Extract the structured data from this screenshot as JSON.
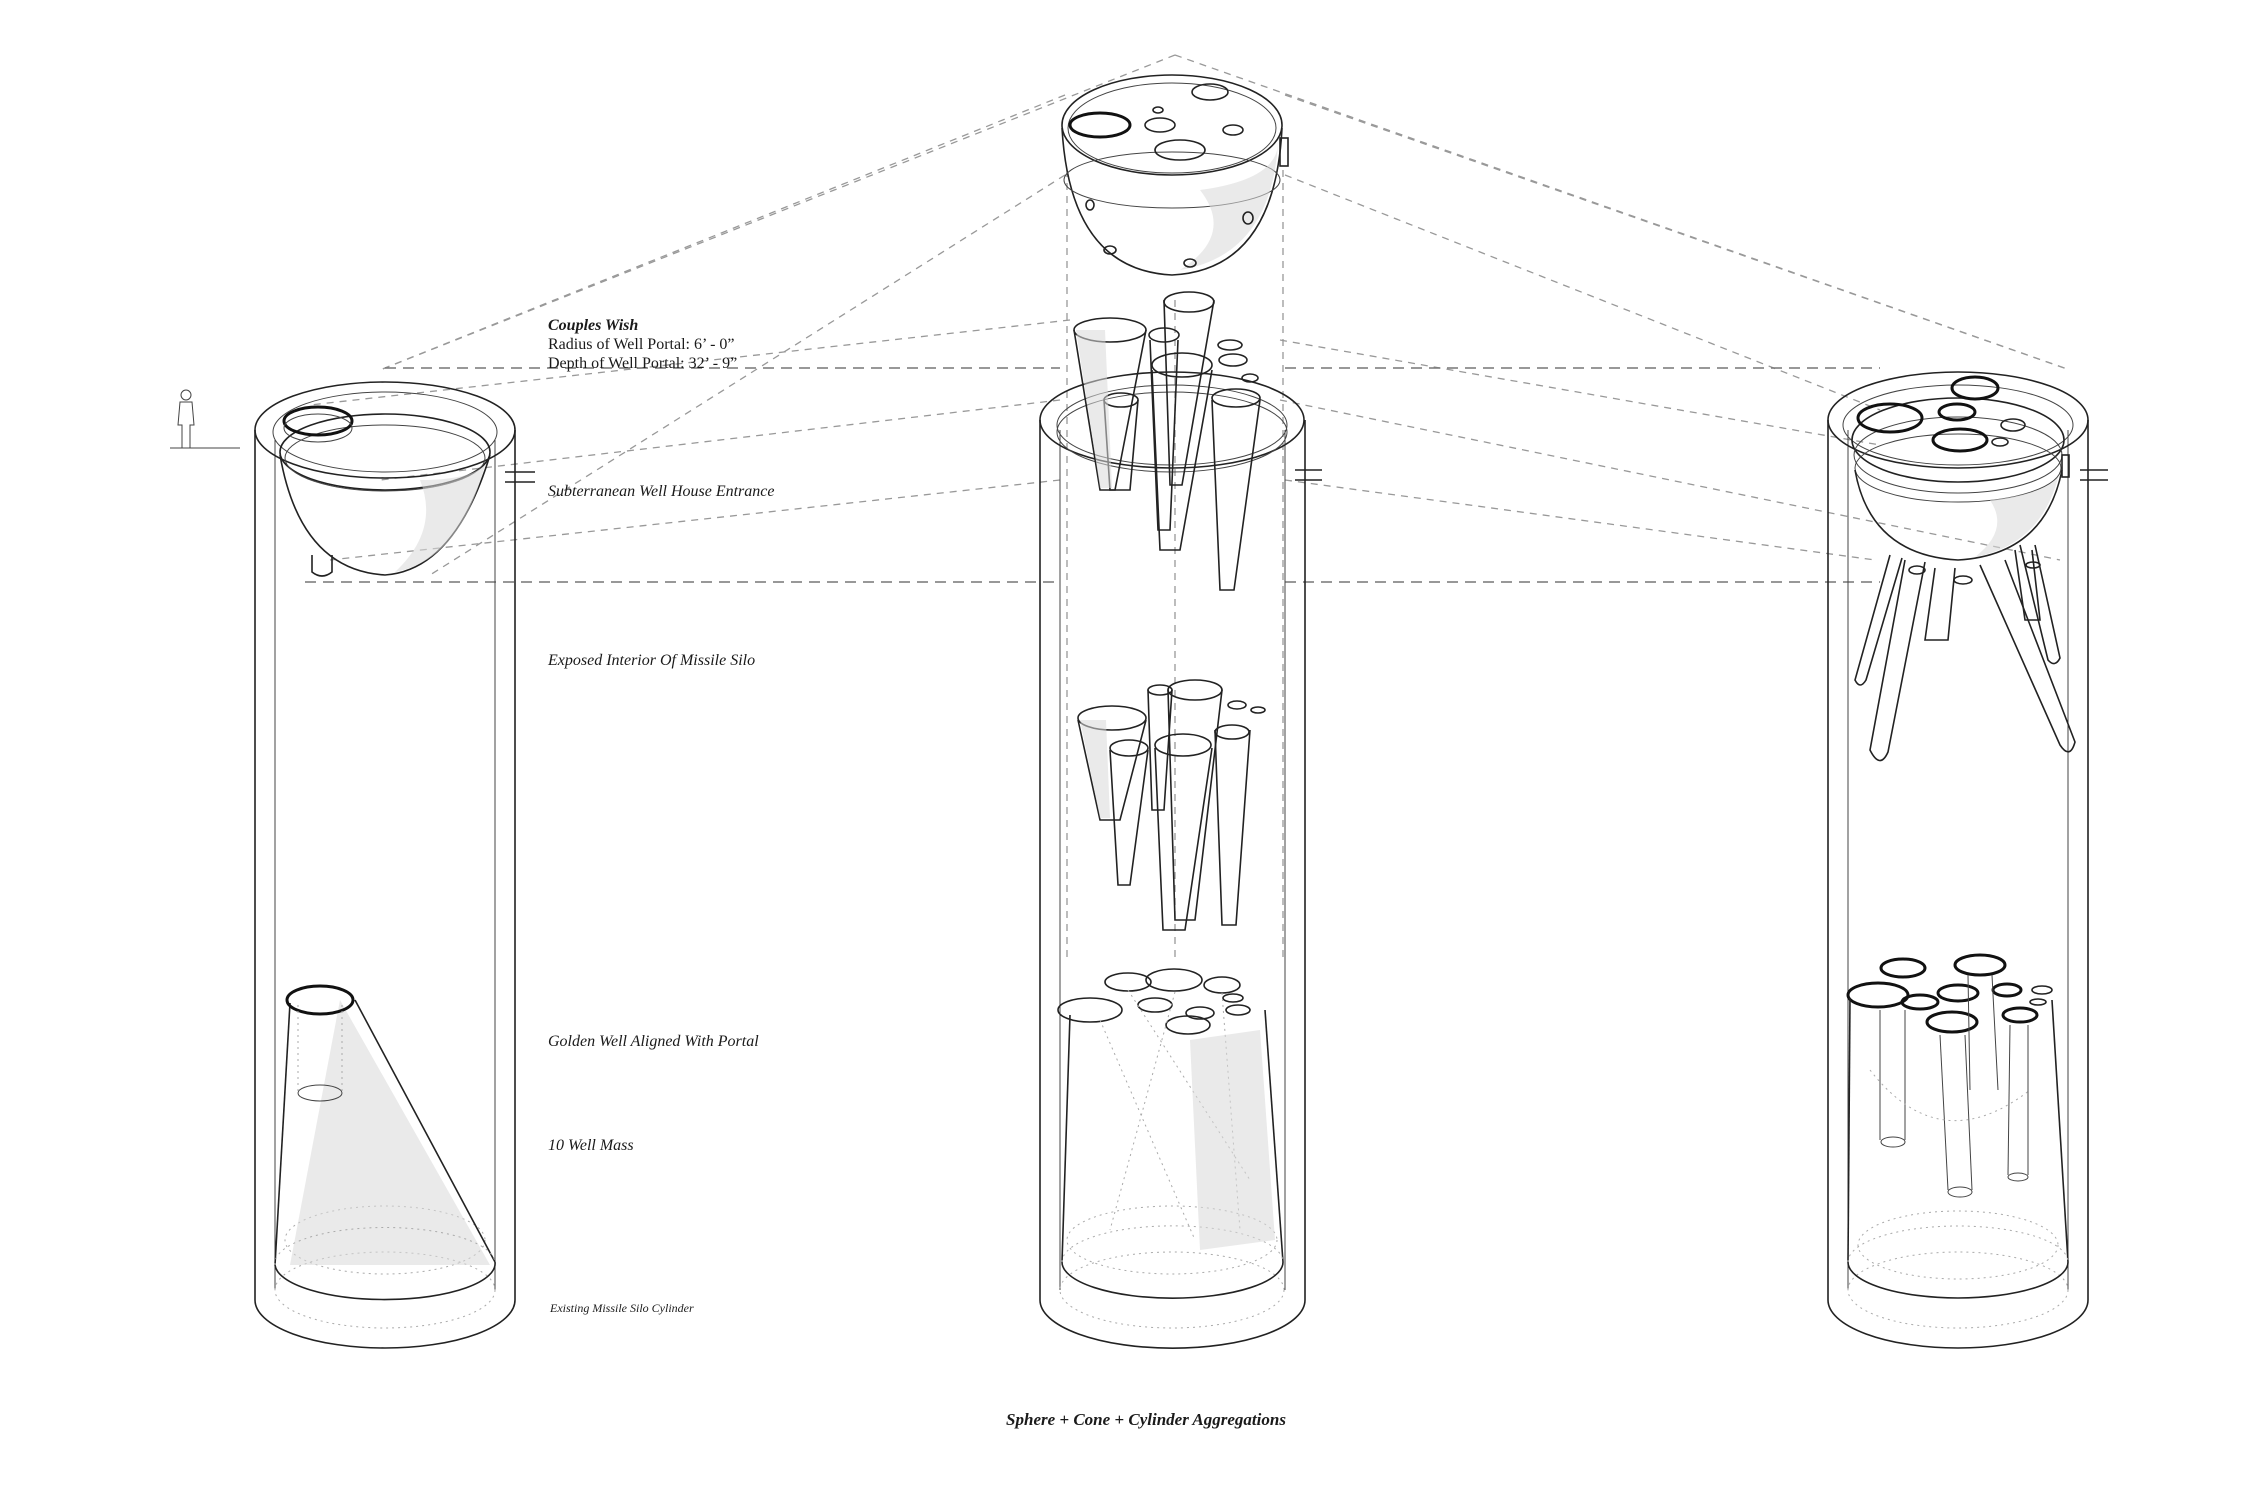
{
  "annotations": {
    "couples_wish_title": "Couples Wish",
    "radius_line": "Radius of Well Portal: 6’ - 0”",
    "depth_line": "Depth of Well Portal: 32’ - 9”",
    "subterranean_entrance": "Subterranean Well House Entrance",
    "exposed_interior": "Exposed Interior Of Missile Silo",
    "golden_well": "Golden Well Aligned With Portal",
    "well_mass": "10 Well Mass",
    "existing_cylinder": "Existing Missile Silo Cylinder"
  },
  "caption": "Sphere + Cone + Cylinder Aggregations",
  "colors": {
    "background": "#ffffff",
    "line": "#222222",
    "dashed_guide": "#999999",
    "shade": "#d9d9d9"
  }
}
